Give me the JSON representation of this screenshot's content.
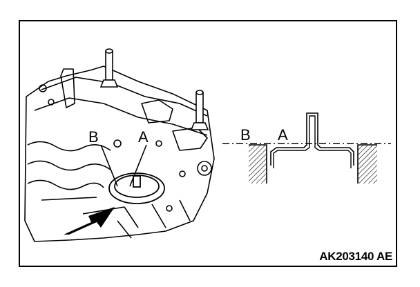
{
  "figure": {
    "engine_labels": {
      "b": "B",
      "a": "A"
    },
    "section_labels": {
      "b": "B",
      "a": "A"
    },
    "figure_code": "AK203140 AE"
  }
}
